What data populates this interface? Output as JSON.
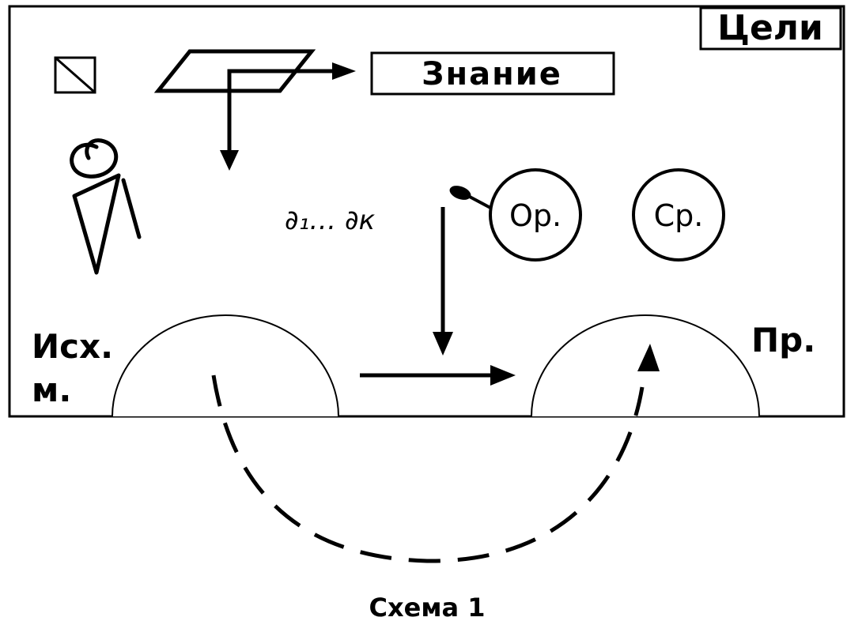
{
  "labels": {
    "goals": "Цели",
    "knowledge": "Знание",
    "derivatives": "∂₁… ∂к",
    "op_circle": "Ор.",
    "sr_circle": "Ср.",
    "source_line1": "Исх.",
    "source_line2": "м.",
    "product": "Пр.",
    "caption": "Схема 1"
  },
  "colors": {
    "ink": "#000000",
    "paper": "#ffffff"
  }
}
